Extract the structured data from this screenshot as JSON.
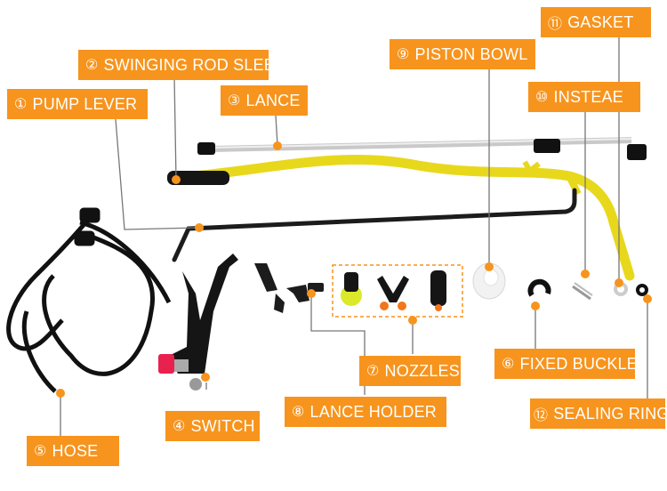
{
  "colors": {
    "label_bg": "#f7941d",
    "label_text": "#ffffff",
    "leader": "#777777",
    "dot": "#f7941d"
  },
  "labels": {
    "pump_lever": {
      "num": "①",
      "text": "PUMP LEVER"
    },
    "rod_sleeve": {
      "num": "②",
      "text": "SWINGING ROD SLEEVE"
    },
    "lance": {
      "num": "③",
      "text": "LANCE"
    },
    "switch": {
      "num": "④",
      "text": "SWITCH"
    },
    "hose": {
      "num": "⑤",
      "text": "HOSE"
    },
    "fixed_buckle": {
      "num": "⑥",
      "text": "FIXED BUCKLE"
    },
    "nozzles": {
      "num": "⑦",
      "text": "NOZZLES"
    },
    "lance_holder": {
      "num": "⑧",
      "text": "LANCE HOLDER"
    },
    "piston_bowl": {
      "num": "⑨",
      "text": "PISTON BOWL"
    },
    "insteae": {
      "num": "⑩",
      "text": "INSTEAE"
    },
    "gasket": {
      "num": "⑪",
      "text": "GASKET"
    },
    "sealing_ring": {
      "num": "⑫",
      "text": "SEALING RING"
    }
  }
}
